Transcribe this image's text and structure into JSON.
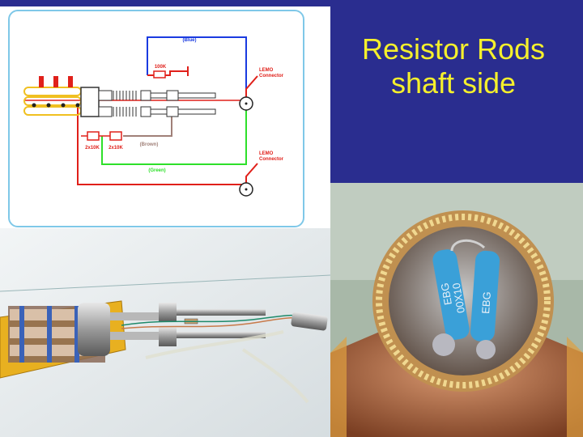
{
  "slide": {
    "title_line1": "Resistor Rods",
    "title_line2": "shaft side",
    "background_color": "#2a2d8f",
    "title_color": "#f5f02c"
  },
  "schematic": {
    "labels": {
      "blue": "(Blue)",
      "brown": "(Brown)",
      "green": "(Green)",
      "r_top": "100K",
      "r_left": "2x10K",
      "r_mid": "2x10K",
      "lemo_1_line1": "LEMO",
      "lemo_1_line2": "Connector",
      "lemo_2_line1": "LEMO",
      "lemo_2_line2": "Connector"
    },
    "colors": {
      "blue_wire": "#1a3be0",
      "red_wire": "#e0201a",
      "green_wire": "#2ee02a",
      "brown_wire": "#a08078",
      "rod_yellow": "#f0c020"
    }
  },
  "photo_end": {
    "resistor_mark_1": "EBG",
    "resistor_mark_2": "00X10",
    "resistor_mark_3": "EBG"
  }
}
